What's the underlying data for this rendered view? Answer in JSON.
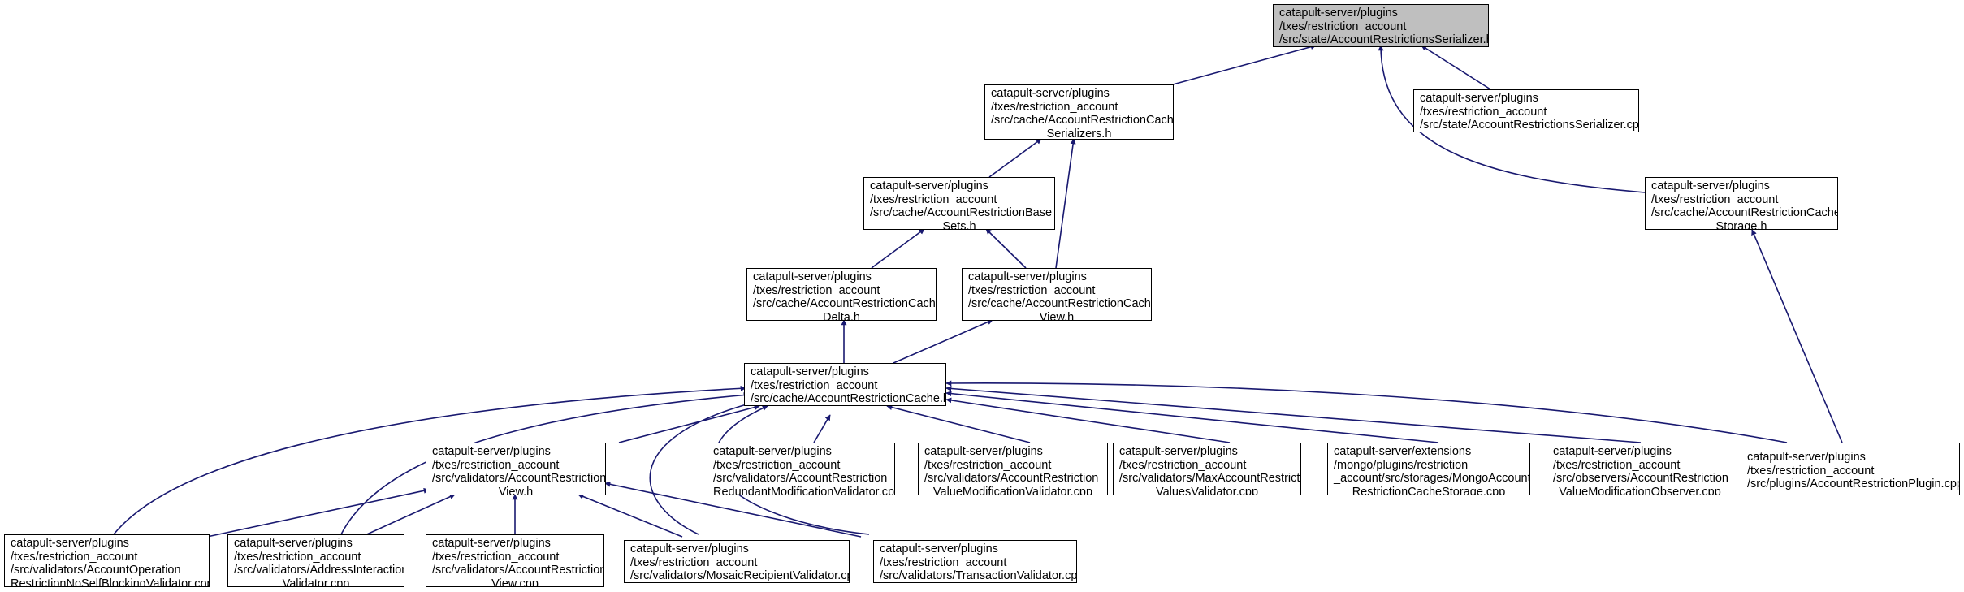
{
  "colors": {
    "edge": "#191970",
    "focus_fill": "#bfbfbf",
    "node_border": "#000000"
  },
  "nodes": {
    "serializer_h": [
      "catapult-server/plugins",
      "/txes/restriction_account",
      "/src/state/AccountRestrictionsSerializer.h"
    ],
    "cache_serializers_h": [
      "catapult-server/plugins",
      "/txes/restriction_account",
      "/src/cache/AccountRestrictionCache",
      "Serializers.h"
    ],
    "serializer_cpp": [
      "catapult-server/plugins",
      "/txes/restriction_account",
      "/src/state/AccountRestrictionsSerializer.cpp"
    ],
    "base_sets_h": [
      "catapult-server/plugins",
      "/txes/restriction_account",
      "/src/cache/AccountRestrictionBase",
      "Sets.h"
    ],
    "cache_storage_h": [
      "catapult-server/plugins",
      "/txes/restriction_account",
      "/src/cache/AccountRestrictionCache",
      "Storage.h"
    ],
    "cache_delta_h": [
      "catapult-server/plugins",
      "/txes/restriction_account",
      "/src/cache/AccountRestrictionCache",
      "Delta.h"
    ],
    "cache_view_h": [
      "catapult-server/plugins",
      "/txes/restriction_account",
      "/src/cache/AccountRestrictionCache",
      "View.h"
    ],
    "cache_h": [
      "catapult-server/plugins",
      "/txes/restriction_account",
      "/src/cache/AccountRestrictionCache.h"
    ],
    "validators_view_h": [
      "catapult-server/plugins",
      "/txes/restriction_account",
      "/src/validators/AccountRestriction",
      "View.h"
    ],
    "redundant_validator": [
      "catapult-server/plugins",
      "/txes/restriction_account",
      "/src/validators/AccountRestriction",
      "RedundantModificationValidator.cpp"
    ],
    "value_mod_validator": [
      "catapult-server/plugins",
      "/txes/restriction_account",
      "/src/validators/AccountRestriction",
      "ValueModificationValidator.cpp"
    ],
    "max_values_validator": [
      "catapult-server/plugins",
      "/txes/restriction_account",
      "/src/validators/MaxAccountRestriction",
      "ValuesValidator.cpp"
    ],
    "mongo_storage": [
      "catapult-server/extensions",
      "/mongo/plugins/restriction",
      "_account/src/storages/MongoAccount",
      "RestrictionCacheStorage.cpp"
    ],
    "value_mod_observer": [
      "catapult-server/plugins",
      "/txes/restriction_account",
      "/src/observers/AccountRestriction",
      "ValueModificationObserver.cpp"
    ],
    "plugin_cpp": [
      "catapult-server/plugins",
      "/txes/restriction_account",
      "/src/plugins/AccountRestrictionPlugin.cpp"
    ],
    "op_no_self_blocking": [
      "catapult-server/plugins",
      "/txes/restriction_account",
      "/src/validators/AccountOperation",
      "RestrictionNoSelfBlockingValidator.cpp"
    ],
    "address_interaction": [
      "catapult-server/plugins",
      "/txes/restriction_account",
      "/src/validators/AddressInteraction",
      "Validator.cpp"
    ],
    "validators_view_cpp": [
      "catapult-server/plugins",
      "/txes/restriction_account",
      "/src/validators/AccountRestriction",
      "View.cpp"
    ],
    "mosaic_recipient": [
      "catapult-server/plugins",
      "/txes/restriction_account",
      "/src/validators/MosaicRecipientValidator.cpp"
    ],
    "transaction_validator": [
      "catapult-server/plugins",
      "/txes/restriction_account",
      "/src/validators/TransactionValidator.cpp"
    ]
  }
}
